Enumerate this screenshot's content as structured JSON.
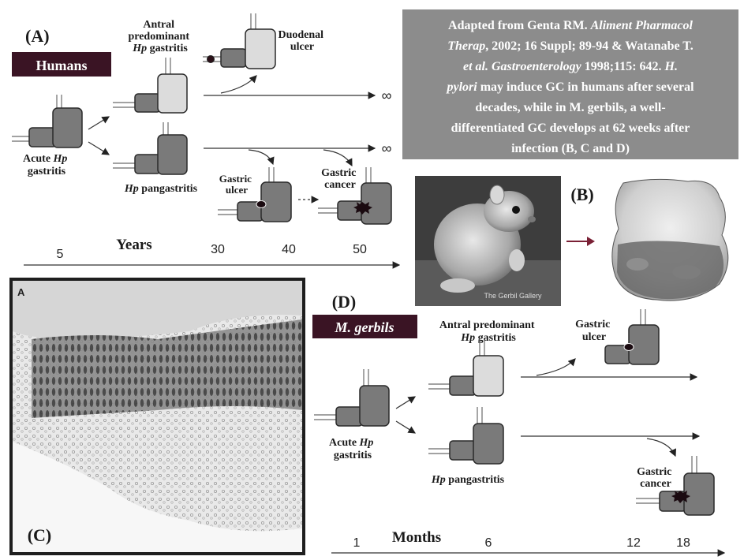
{
  "panel_a": {
    "letter": "(A)",
    "species_label": "Humans",
    "acute": [
      "Acute ",
      "Hp",
      "gastritis"
    ],
    "antral": [
      "Antral",
      "predominant",
      "Hp",
      " gastritis"
    ],
    "duodenal": [
      "Duodenal",
      "ulcer"
    ],
    "pangastritis": [
      "Hp",
      " pangastritis"
    ],
    "gastric_ulcer": [
      "Gastric",
      "ulcer"
    ],
    "gastric_cancer": [
      "Gastric",
      "cancer"
    ],
    "infinity": "∞",
    "axis_title": "Years",
    "axis_ticks": [
      "5",
      "30",
      "40",
      "50"
    ]
  },
  "note": {
    "lines": [
      [
        "Adapted from Genta RM. ",
        "Aliment Pharmacol"
      ],
      [
        "Therap",
        ", 2002; 16 Suppl; 89-94 &  Watanabe T."
      ],
      [
        "et al. Gastroenterology",
        " 1998;115: 642.  ",
        "H."
      ],
      [
        "pylori",
        " may induce GC in humans after several"
      ],
      [
        "decades, while in M. gerbils, a well-"
      ],
      [
        "differentiated GC develops at 62 weeks after"
      ],
      [
        "infection (B, C and D)"
      ]
    ]
  },
  "panel_b": {
    "letter": "(B)",
    "photo_caption": "The Gerbil Gallery"
  },
  "panel_c": {
    "letter": "(C)",
    "corner_letter": "A"
  },
  "panel_d": {
    "letter": "(D)",
    "species_label": "M. gerbils",
    "acute": [
      "Acute ",
      "Hp",
      "gastritis"
    ],
    "antral": [
      "Antral predominant",
      "Hp",
      " gastritis"
    ],
    "gastric_ulcer": [
      "Gastric",
      "ulcer"
    ],
    "pangastritis": [
      "Hp",
      " pangastritis"
    ],
    "gastric_cancer": [
      "Gastric",
      "cancer"
    ],
    "axis_title": "Months",
    "axis_ticks": [
      "1",
      "6",
      "12",
      "18"
    ]
  },
  "colors": {
    "label_bg": "#3a1424",
    "note_bg": "#8c8c8c",
    "stomach_fill": "#7a7a7a",
    "stomach_light": "#dcdcdc",
    "transition_arrow": "#7a2035"
  }
}
